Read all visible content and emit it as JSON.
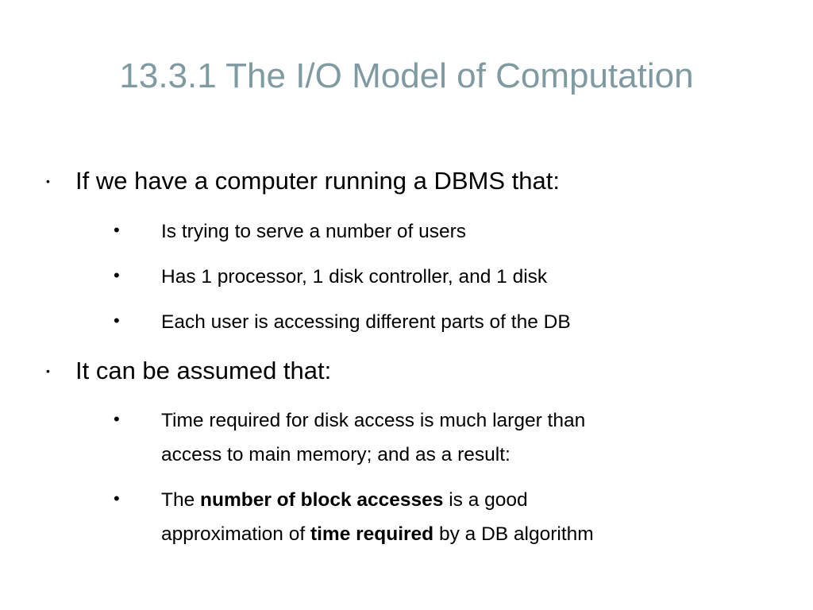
{
  "slide": {
    "title": "13.3.1 The I/O Model of Computation",
    "bullet_glyph_l1": "•",
    "bullet_glyph_l2": "•",
    "sections": [
      {
        "heading": "If we have a computer running a DBMS that:",
        "items": [
          "Is trying to serve a number of users",
          "Has 1 processor, 1 disk controller, and 1 disk",
          "Each user is accessing different parts of the DB"
        ]
      },
      {
        "heading": "It can be assumed that:",
        "items": [
          {
            "line1": "Time required for disk access is much larger than",
            "line2": "access to main memory; and as a result:"
          },
          {
            "prefix": "The ",
            "bold1": "number of block accesses",
            "mid": " is a good",
            "line2_prefix": "approximation of ",
            "bold2": "time required",
            "suffix": " by a DB algorithm"
          }
        ]
      }
    ]
  }
}
